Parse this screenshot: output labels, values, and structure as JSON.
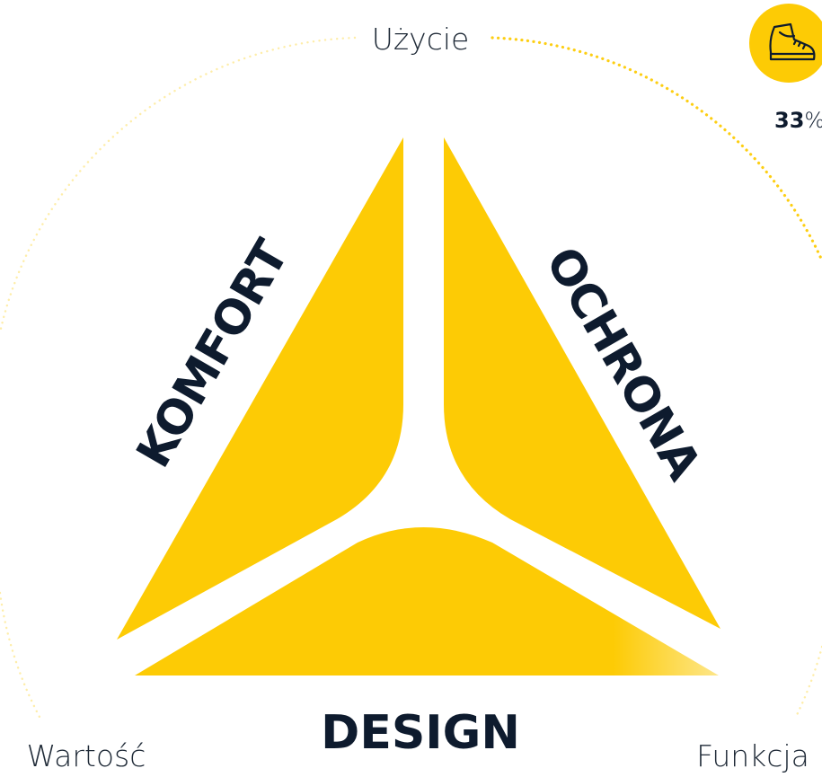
{
  "axes": {
    "top": "Użycie",
    "bottom_left": "Wartość",
    "bottom_right": "Funkcja"
  },
  "segments": {
    "left": "KOMFORT",
    "right": "OCHRONA",
    "bottom": "DESIGN"
  },
  "badge": {
    "icon": "boot-icon",
    "value": "33",
    "unit": "%"
  },
  "colors": {
    "segment_fill": "#FDCB05",
    "ring_dots": "#FDCB05",
    "text_dark": "#0E1B2E",
    "text_label": "#1F2A37"
  }
}
